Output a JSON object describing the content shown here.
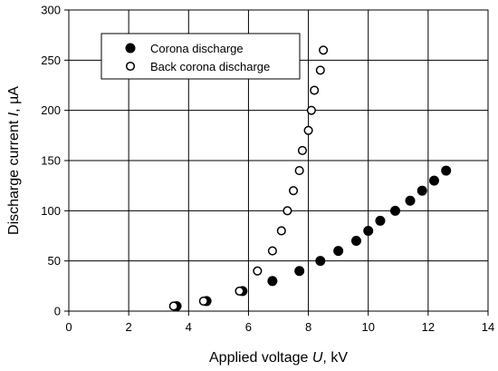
{
  "chart_data": {
    "type": "scatter",
    "xlabel": {
      "prefix": "Applied voltage ",
      "variable": "U",
      "suffix": ", kV"
    },
    "ylabel": {
      "prefix": "Discharge current ",
      "variable": "I",
      "suffix": ", µA"
    },
    "xlim": [
      0,
      14
    ],
    "ylim": [
      0,
      300
    ],
    "xticks": [
      0,
      2,
      4,
      6,
      8,
      10,
      12,
      14
    ],
    "yticks": [
      0,
      50,
      100,
      150,
      200,
      250,
      300
    ],
    "grid": true,
    "legend_position": "top-left",
    "series": [
      {
        "name": "Corona discharge",
        "marker": "filled-circle",
        "color": "#000000",
        "points": [
          {
            "x": 3.6,
            "y": 5
          },
          {
            "x": 4.6,
            "y": 10
          },
          {
            "x": 5.8,
            "y": 20
          },
          {
            "x": 6.8,
            "y": 30
          },
          {
            "x": 7.7,
            "y": 40
          },
          {
            "x": 8.4,
            "y": 50
          },
          {
            "x": 9.0,
            "y": 60
          },
          {
            "x": 9.6,
            "y": 70
          },
          {
            "x": 10.0,
            "y": 80
          },
          {
            "x": 10.4,
            "y": 90
          },
          {
            "x": 10.9,
            "y": 100
          },
          {
            "x": 11.4,
            "y": 110
          },
          {
            "x": 11.8,
            "y": 120
          },
          {
            "x": 12.2,
            "y": 130
          },
          {
            "x": 12.6,
            "y": 140
          }
        ]
      },
      {
        "name": "Back corona discharge",
        "marker": "open-circle",
        "color": "#000000",
        "points": [
          {
            "x": 3.5,
            "y": 5
          },
          {
            "x": 4.5,
            "y": 10
          },
          {
            "x": 5.7,
            "y": 20
          },
          {
            "x": 6.3,
            "y": 40
          },
          {
            "x": 6.8,
            "y": 60
          },
          {
            "x": 7.1,
            "y": 80
          },
          {
            "x": 7.3,
            "y": 100
          },
          {
            "x": 7.5,
            "y": 120
          },
          {
            "x": 7.7,
            "y": 140
          },
          {
            "x": 7.8,
            "y": 160
          },
          {
            "x": 8.0,
            "y": 180
          },
          {
            "x": 8.1,
            "y": 200
          },
          {
            "x": 8.2,
            "y": 220
          },
          {
            "x": 8.4,
            "y": 240
          },
          {
            "x": 8.5,
            "y": 260
          }
        ]
      }
    ]
  }
}
